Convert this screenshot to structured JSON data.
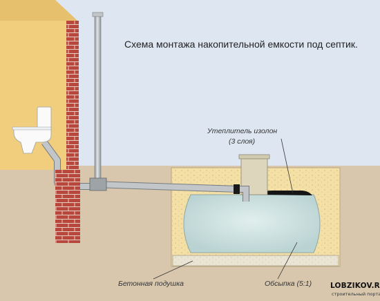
{
  "diagram": {
    "title": "Схема монтажа накопительной емкости под септик.",
    "labels": {
      "insulation_line1": "Утеплитель изолон",
      "insulation_line2": "(3 слоя)",
      "concrete_pad": "Бетонная подушка",
      "backfill": "Обсыпка (5:1)"
    },
    "watermark": {
      "site": "LOBZIKOV.RU",
      "tagline": "строительный портал"
    },
    "colors": {
      "sky": "#dde6f1",
      "house_wall": "#f1ce7d",
      "ground": "#d8c7ad",
      "pit_sand": "#f4dfa4",
      "tank_water": "#d2e4e2",
      "pipe": "#b9bdc1",
      "brick": "#b8483e",
      "insulation": "#151515"
    }
  }
}
